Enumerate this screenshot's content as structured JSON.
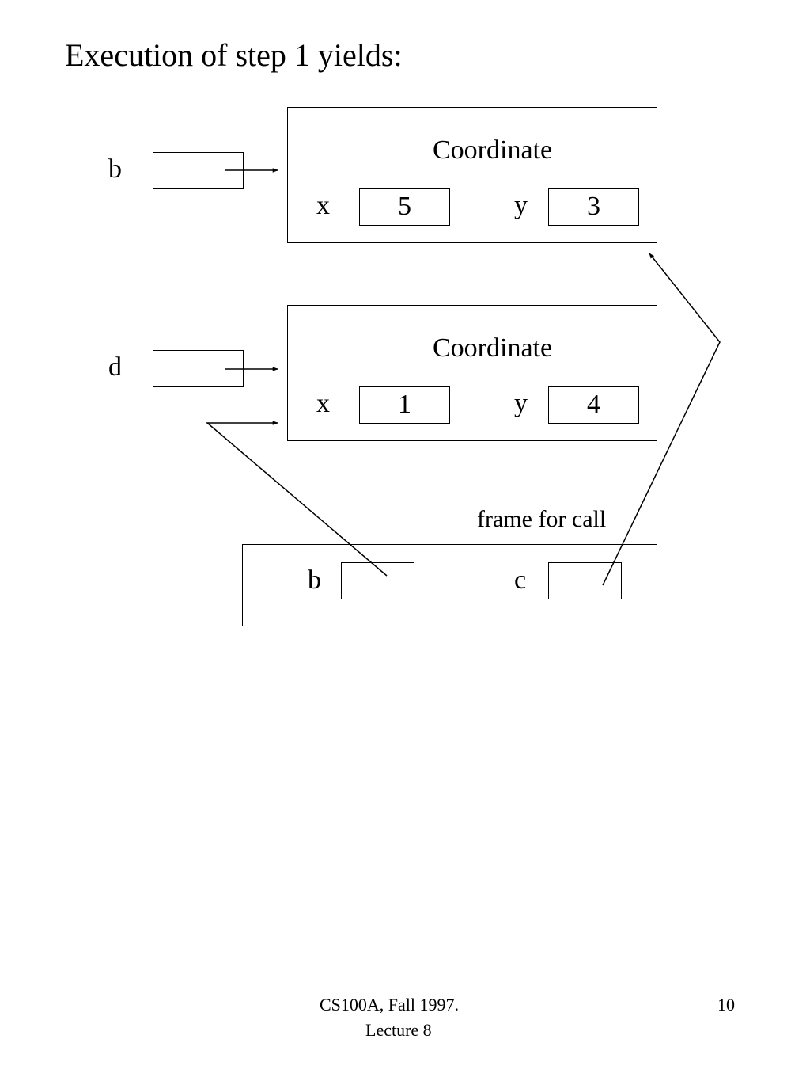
{
  "slide": {
    "title": "Execution of step 1 yields:"
  },
  "diagram": {
    "variables": [
      {
        "name": "b"
      },
      {
        "name": "d"
      }
    ],
    "objects": [
      {
        "class_name": "Coordinate",
        "fields": [
          {
            "name": "x",
            "value": "5"
          },
          {
            "name": "y",
            "value": "3"
          }
        ]
      },
      {
        "class_name": "Coordinate",
        "fields": [
          {
            "name": "x",
            "value": "1"
          },
          {
            "name": "y",
            "value": "4"
          }
        ]
      }
    ],
    "frame": {
      "label": "frame for call",
      "params": [
        {
          "name": "b"
        },
        {
          "name": "c"
        }
      ]
    }
  },
  "footer": {
    "course_line1": "CS100A, Fall 1997.",
    "course_line2": "Lecture 8",
    "page_number": "10"
  }
}
